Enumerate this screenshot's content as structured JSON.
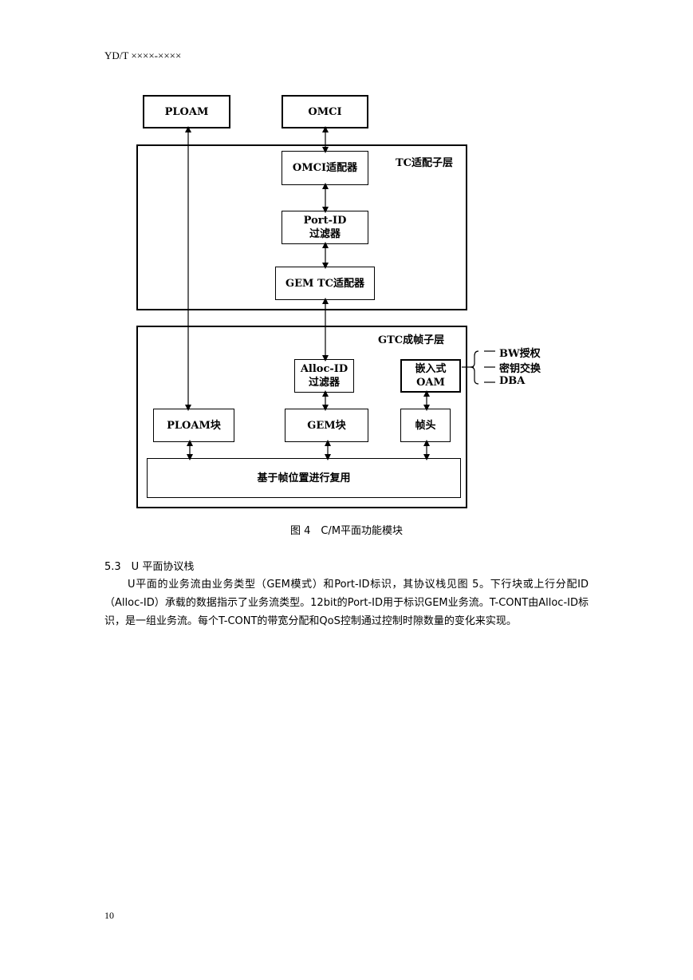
{
  "header": "YD/T ××××-××××",
  "page_number": "10",
  "diagram": {
    "ploam": "PLOAM",
    "omci": "OMCI",
    "tc_layer_label": "TC适配子层",
    "omci_adapter": "OMCI适配器",
    "portid_filter": "Port-ID\n过滤器",
    "gem_tc_adapter": "GEM TC适配器",
    "gtc_layer_label": "GTC成帧子层",
    "allocid_filter": "Alloc-ID\n过滤器",
    "embedded_oam": "嵌入式\nOAM",
    "ploam_block": "PLOAM块",
    "gem_block": "GEM块",
    "frame_header": "帧头",
    "frame_mux": "基于帧位置进行复用",
    "oam_functions": [
      "BW授权",
      "密钥交换",
      "DBA"
    ]
  },
  "caption": "图 4　C/M平面功能模块",
  "section": {
    "title": "5.3　U 平面协议栈",
    "paragraph": "U平面的业务流由业务类型（GEM模式）和Port-ID标识，其协议栈见图 5。下行块或上行分配ID（Alloc-ID）承载的数据指示了业务流类型。12bit的Port-ID用于标识GEM业务流。T-CONT由Alloc-ID标识，是一组业务流。每个T-CONT的带宽分配和QoS控制通过控制时隙数量的变化来实现。"
  }
}
